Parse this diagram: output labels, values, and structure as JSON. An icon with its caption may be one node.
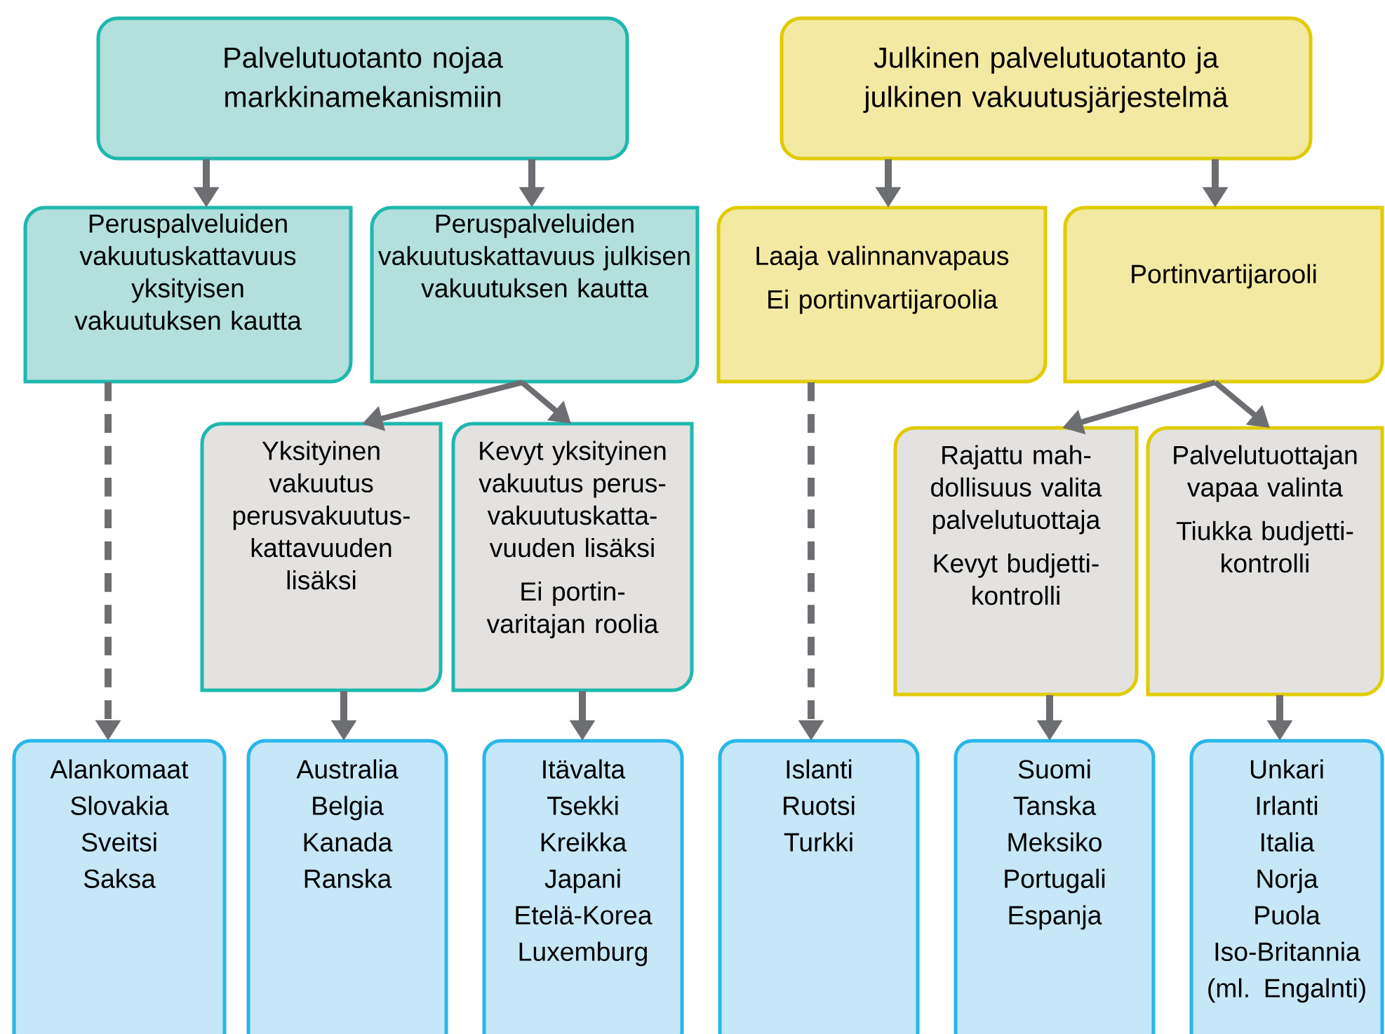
{
  "diagram": {
    "nodes": [
      {
        "text": [
          "Palvelutuotanto nojaa markkinamekanismiin"
        ]
      },
      {
        "text": [
          "Julkinen palvelutuotanto ja julkinen vakuutusjärjestelmä"
        ]
      },
      {
        "text": [
          "Peruspalveluiden vakuutuskattavuus yksityisen vakuutuksen kautta"
        ]
      },
      {
        "text": [
          "Peruspalveluiden vakuutuskattavuus julkisen vakuutuksen kautta"
        ]
      },
      {
        "text": [
          "Laaja valinnanvapaus",
          "Ei portinvartijaroolia"
        ]
      },
      {
        "text": [
          "Portinvartijarooli"
        ]
      },
      {
        "text": [
          "Yksityinen vakuutus perusvakuutus- kattavuuden lisäksi"
        ]
      },
      {
        "text": [
          "Kevyt yksityinen vakuutus perus- vakuutuskatta- vuuden lisäksi",
          "Ei portin- varitajan roolia"
        ]
      },
      {
        "text": [
          "Rajattu mah- dollisuus valita palvelutuottaja",
          "Kevyt budjetti- kontrolli"
        ]
      },
      {
        "text": [
          "Palvelutuottajan vapaa valinta",
          "Tiukka budjetti- kontrolli"
        ]
      },
      {
        "text": [
          "Alankomaat",
          "Slovakia",
          "Sveitsi",
          "Saksa"
        ]
      },
      {
        "text": [
          "Australia",
          "Belgia",
          "Kanada",
          "Ranska"
        ]
      },
      {
        "text": [
          "Itävalta",
          "Tsekki",
          "Kreikka",
          "Japani",
          "Etelä-Korea",
          "Luxemburg"
        ]
      },
      {
        "text": [
          "Islanti",
          "Ruotsi",
          "Turkki"
        ]
      },
      {
        "text": [
          "Suomi",
          "Tanska",
          "Meksiko",
          "Portugali",
          "Espanja"
        ]
      },
      {
        "text": [
          "Unkari",
          "Irlanti",
          "Italia",
          "Norja",
          "Puola",
          "Iso-Britannia (ml. Engalnti)"
        ]
      }
    ],
    "edges": [
      {
        "from": 0,
        "to": 2,
        "arrow": "to"
      },
      {
        "from": 0,
        "to": 3,
        "arrow": "to"
      },
      {
        "from": 1,
        "to": 4,
        "arrow": "to"
      },
      {
        "from": 1,
        "to": 5,
        "arrow": "to"
      },
      {
        "from": 3,
        "to": 6,
        "arrow": "to"
      },
      {
        "from": 3,
        "to": 7,
        "arrow": "to"
      },
      {
        "from": 5,
        "to": 8,
        "arrow": "to"
      },
      {
        "from": 5,
        "to": 9,
        "arrow": "to"
      },
      {
        "from": 2,
        "to": 10,
        "arrow": "to",
        "style": "dashed"
      },
      {
        "from": 6,
        "to": 11,
        "arrow": "to"
      },
      {
        "from": 7,
        "to": 12,
        "arrow": "to"
      },
      {
        "from": 4,
        "to": 13,
        "arrow": "to",
        "style": "dashed"
      },
      {
        "from": 8,
        "to": 14,
        "arrow": "to"
      },
      {
        "from": 9,
        "to": 15,
        "arrow": "to"
      }
    ]
  }
}
